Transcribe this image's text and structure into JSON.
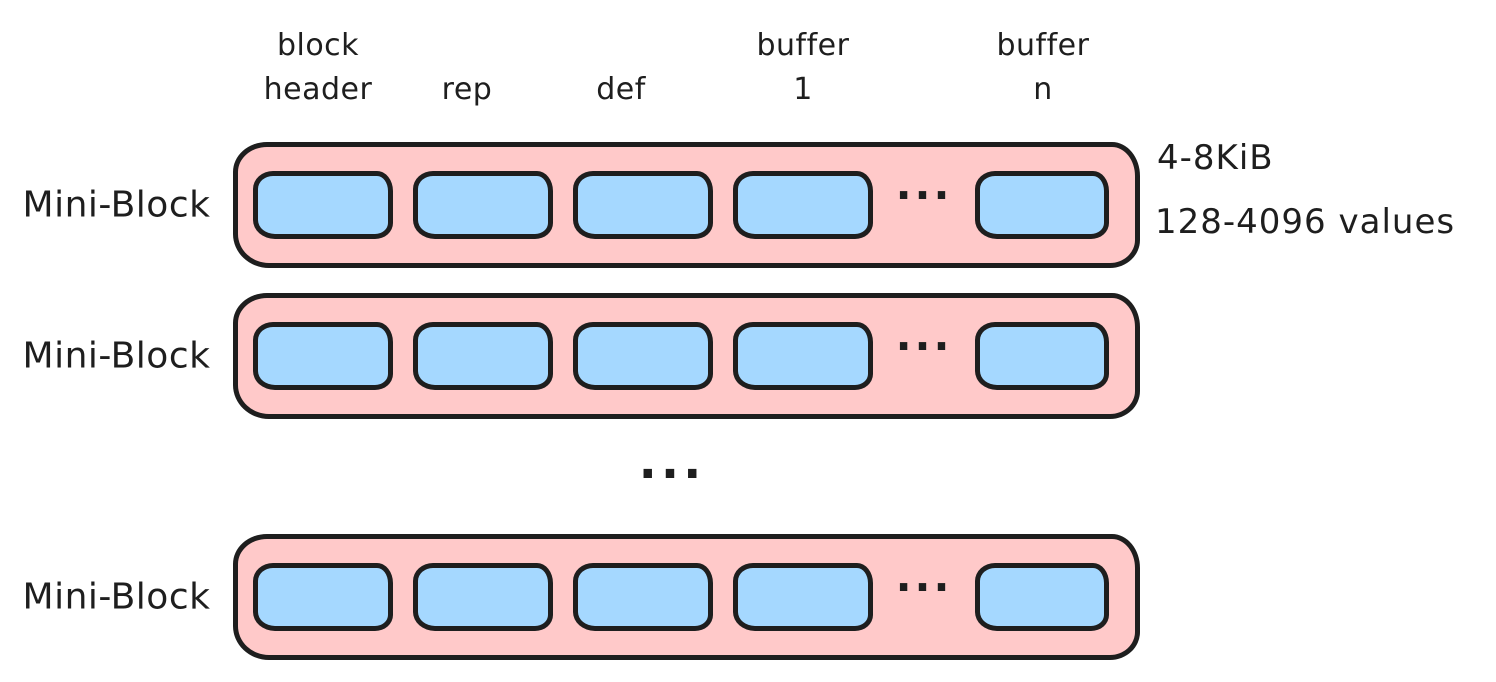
{
  "diagram": {
    "column_headers": [
      {
        "line1": "block",
        "line2": "header"
      },
      {
        "line1": "",
        "line2": "rep"
      },
      {
        "line1": "",
        "line2": "def"
      },
      {
        "line1": "buffer",
        "line2": "1"
      },
      {
        "line1": "buffer",
        "line2": "n"
      }
    ],
    "rows": [
      {
        "label": "Mini-Block"
      },
      {
        "label": "Mini-Block"
      },
      {
        "label": "Mini-Block"
      }
    ],
    "buffer_ellipsis": "...",
    "rows_ellipsis": "...",
    "annotations": {
      "size_range": "4-8KiB",
      "value_range": "128-4096 values"
    },
    "colors": {
      "container_fill": "#ffc9c9",
      "buffer_fill": "#a5d8ff",
      "stroke": "#1e1e1e",
      "background": "#ffffff"
    }
  }
}
